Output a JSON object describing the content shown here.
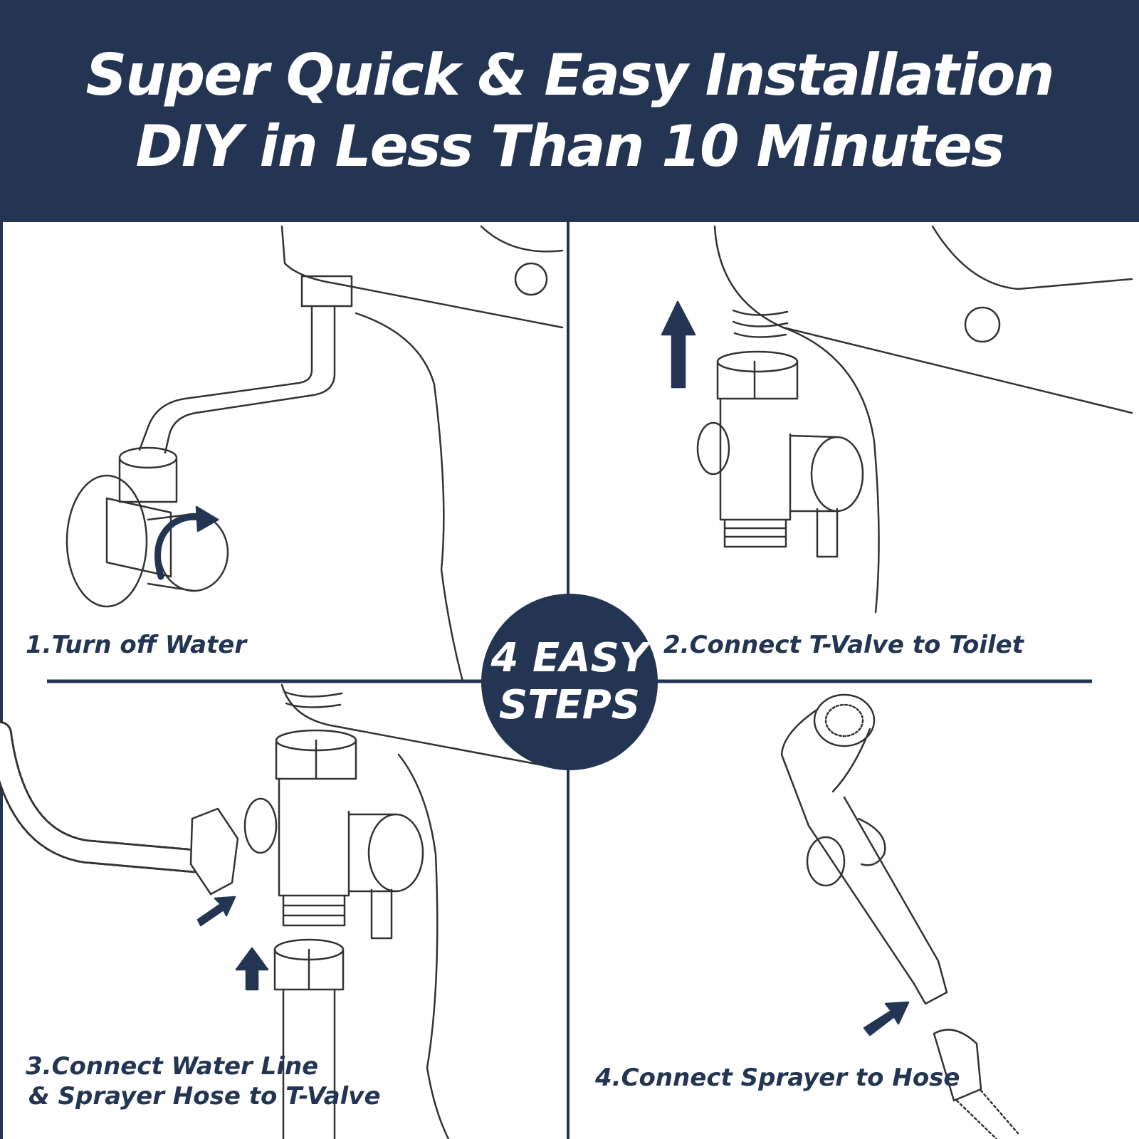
{
  "header": {
    "title_line1": "Super Quick & Easy Installation",
    "title_line2": "DIY in Less Than 10 Minutes"
  },
  "badge": {
    "line1": "4 EASY",
    "line2": "STEPS"
  },
  "steps": [
    {
      "label": "1.Turn off Water"
    },
    {
      "label": "2.Connect T-Valve to Toilet"
    },
    {
      "label_line1": "3.Connect Water Line",
      "label_line2": "& Sprayer Hose to T-Valve"
    },
    {
      "label": "4.Connect Sprayer to Hose"
    }
  ],
  "colors": {
    "navy": "#233552",
    "background": "#ffffff",
    "line_art": "#333333"
  }
}
